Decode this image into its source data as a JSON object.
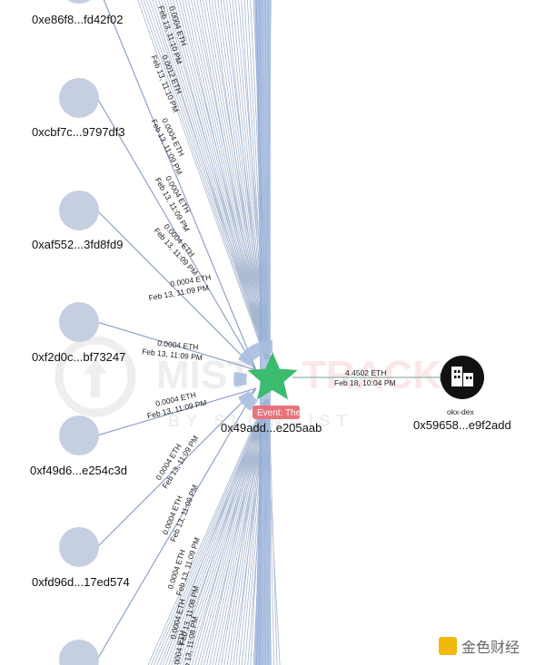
{
  "watermark": {
    "brand_left": "MIST",
    "brand_right": "TRACK",
    "sub": "BY SLOWMIST"
  },
  "center_node": {
    "address": "0x49add...e205aab",
    "tag": "Event: Theft",
    "colors": {
      "star": "#3dbb6e",
      "tag_bg": "#e8737a"
    }
  },
  "left_nodes": [
    {
      "address": "0xe86f8...fd42f02"
    },
    {
      "address": "0xcbf7c...9797df3"
    },
    {
      "address": "0xaf552...3fd8fd9"
    },
    {
      "address": "0xf2d0c...bf73247"
    },
    {
      "address": "0xf49d6...e254c3d"
    },
    {
      "address": "0xfd96d...17ed574"
    },
    {
      "address": ""
    }
  ],
  "left_edge_labels": [
    {
      "amount": "0.0004 ETH",
      "time": "Feb 13, 11:09 PM"
    },
    {
      "amount": "0.0004 ETH",
      "time": "Feb 13, 11:09 PM"
    },
    {
      "amount": "0.0004 ETH",
      "time": "Feb 13, 11:09 PM"
    },
    {
      "amount": "0.0004 ETH",
      "time": "Feb 13, 11:09 PM"
    },
    {
      "amount": "0.0004 ETH",
      "time": "Feb 13, 11:09 PM"
    },
    {
      "amount": "0.0004 ETH",
      "time": "Feb 13, 11:09 PM"
    },
    {
      "amount": "0.0004 ETH",
      "time": "Feb 13, 11:08 PM"
    },
    {
      "amount": "0.0004 ETH",
      "time": "Feb 13, 11:08 PM"
    }
  ],
  "top_edge_labels": [
    {
      "amount": "0.0004 ETH",
      "time": "Feb 13, 11:10 PM"
    },
    {
      "amount": "0.0012 ETH",
      "time": "Feb 13, 11:10 PM"
    },
    {
      "amount": "0.0004 ETH",
      "time": "Feb 13, 11:09 PM"
    }
  ],
  "exchange_node": {
    "name": "okx-dex",
    "address": "0x59658...e9f2add",
    "icon": "building-icon"
  },
  "exchange_edge": {
    "amount": "4.4502 ETH",
    "time": "Feb 18, 10:04 PM"
  },
  "corner_logo": {
    "text": "金色财经"
  },
  "colors": {
    "edge": "#a6b6cf",
    "node_fill": "#c6cfe2",
    "fan": "#8da9d6",
    "exchange_edge": "#9fc2b5",
    "exchange_fill": "#111111"
  }
}
